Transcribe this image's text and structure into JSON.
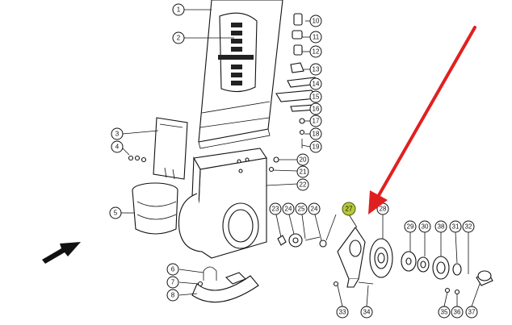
{
  "colors": {
    "line": "#111111",
    "highlight_fill": "#b8c83a",
    "arrow_red": "#e02020",
    "arrow_black": "#111111"
  },
  "callouts": [
    {
      "id": "c1",
      "label": "1"
    },
    {
      "id": "c2",
      "label": "2"
    },
    {
      "id": "c3",
      "label": "3"
    },
    {
      "id": "c4",
      "label": "4"
    },
    {
      "id": "c5",
      "label": "5"
    },
    {
      "id": "c6",
      "label": "6"
    },
    {
      "id": "c7",
      "label": "7"
    },
    {
      "id": "c8",
      "label": "8"
    },
    {
      "id": "c10",
      "label": "10"
    },
    {
      "id": "c11",
      "label": "11"
    },
    {
      "id": "c12",
      "label": "12"
    },
    {
      "id": "c13",
      "label": "13"
    },
    {
      "id": "c14",
      "label": "14"
    },
    {
      "id": "c15",
      "label": "15"
    },
    {
      "id": "c16",
      "label": "16"
    },
    {
      "id": "c17",
      "label": "17"
    },
    {
      "id": "c18",
      "label": "18"
    },
    {
      "id": "c19",
      "label": "19"
    },
    {
      "id": "c20",
      "label": "20"
    },
    {
      "id": "c21",
      "label": "21"
    },
    {
      "id": "c22",
      "label": "22"
    },
    {
      "id": "c23",
      "label": "23"
    },
    {
      "id": "c24a",
      "label": "24"
    },
    {
      "id": "c25",
      "label": "25"
    },
    {
      "id": "c24b",
      "label": "24"
    },
    {
      "id": "c27",
      "label": "27",
      "highlighted": true
    },
    {
      "id": "c28",
      "label": "28"
    },
    {
      "id": "c29",
      "label": "29"
    },
    {
      "id": "c30",
      "label": "30"
    },
    {
      "id": "c38",
      "label": "38"
    },
    {
      "id": "c31",
      "label": "31"
    },
    {
      "id": "c32",
      "label": "32"
    },
    {
      "id": "c33",
      "label": "33"
    },
    {
      "id": "c34",
      "label": "34"
    },
    {
      "id": "c35",
      "label": "35"
    },
    {
      "id": "c36",
      "label": "36"
    },
    {
      "id": "c37",
      "label": "37"
    }
  ]
}
